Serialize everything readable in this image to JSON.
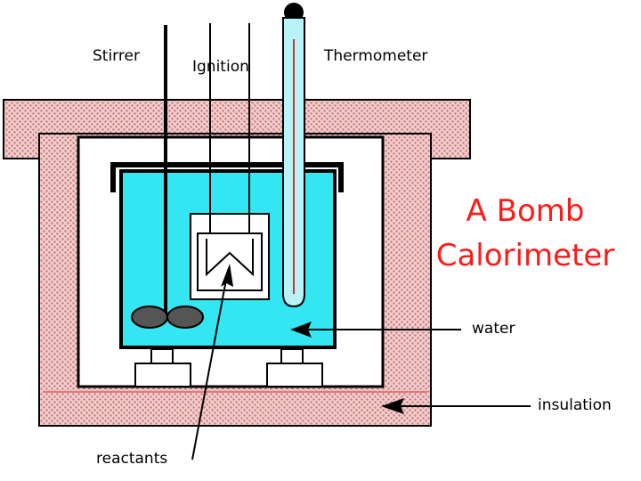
{
  "title": {
    "line1": "A Bomb",
    "line2": "Calorimeter"
  },
  "labels": {
    "stirrer": "Stirrer",
    "ignition": "Ignition",
    "thermometer": "Thermometer",
    "water": "water",
    "insulation": "insulation",
    "reactants": "reactants"
  },
  "colors": {
    "insulation_fill": "#f2cdcd",
    "insulation_dots": "#c77a7a",
    "water": "#33e6f2",
    "title": "#ff1a1a",
    "thermometer_column": "#cc3333",
    "thermometer_glass": "#b9f3f7"
  }
}
